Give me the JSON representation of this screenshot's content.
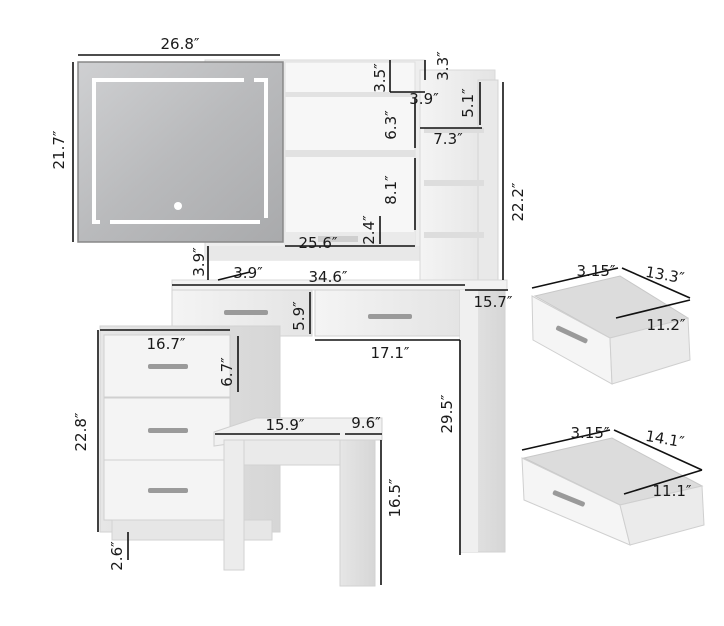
{
  "diagram": {
    "subject": "vanity desk with lighted mirror, side cabinet, stool and drawers",
    "dimensions": {
      "mirror_width": "26.8″",
      "mirror_height": "21.7″",
      "shelf_top_gap": "3.5″",
      "side_top_gap": "3.3″",
      "shelf_side_width": "3.9″",
      "side_upper_height": "5.1″",
      "shelf_mid_height": "6.3″",
      "side_shelf_width": "7.3″",
      "shelf_lower_height": "8.1″",
      "total_upper_height": "22.2″",
      "bottom_shelf_height": "2.4″",
      "shelf_width": "25.6″",
      "base_riser_height": "3.9″",
      "base_riser_depth": "3.9″",
      "desk_width": "34.6″",
      "desk_depth": "15.7″",
      "drawer_height": "5.9″",
      "cabinet_width": "16.7″",
      "cabinet_drawer_height": "6.7″",
      "right_drawer_width": "17.1″",
      "desk_height": "29.5″",
      "cabinet_height": "22.8″",
      "stool_width": "15.9″",
      "stool_depth": "9.6″",
      "stool_height": "16.5″",
      "cabinet_foot_height": "2.6″",
      "drawer1_height": "3.15″",
      "drawer1_depth": "13.3″",
      "drawer1_width": "11.2″",
      "drawer2_height": "3.15″",
      "drawer2_depth": "14.1″",
      "drawer2_width": "11.1″"
    }
  }
}
